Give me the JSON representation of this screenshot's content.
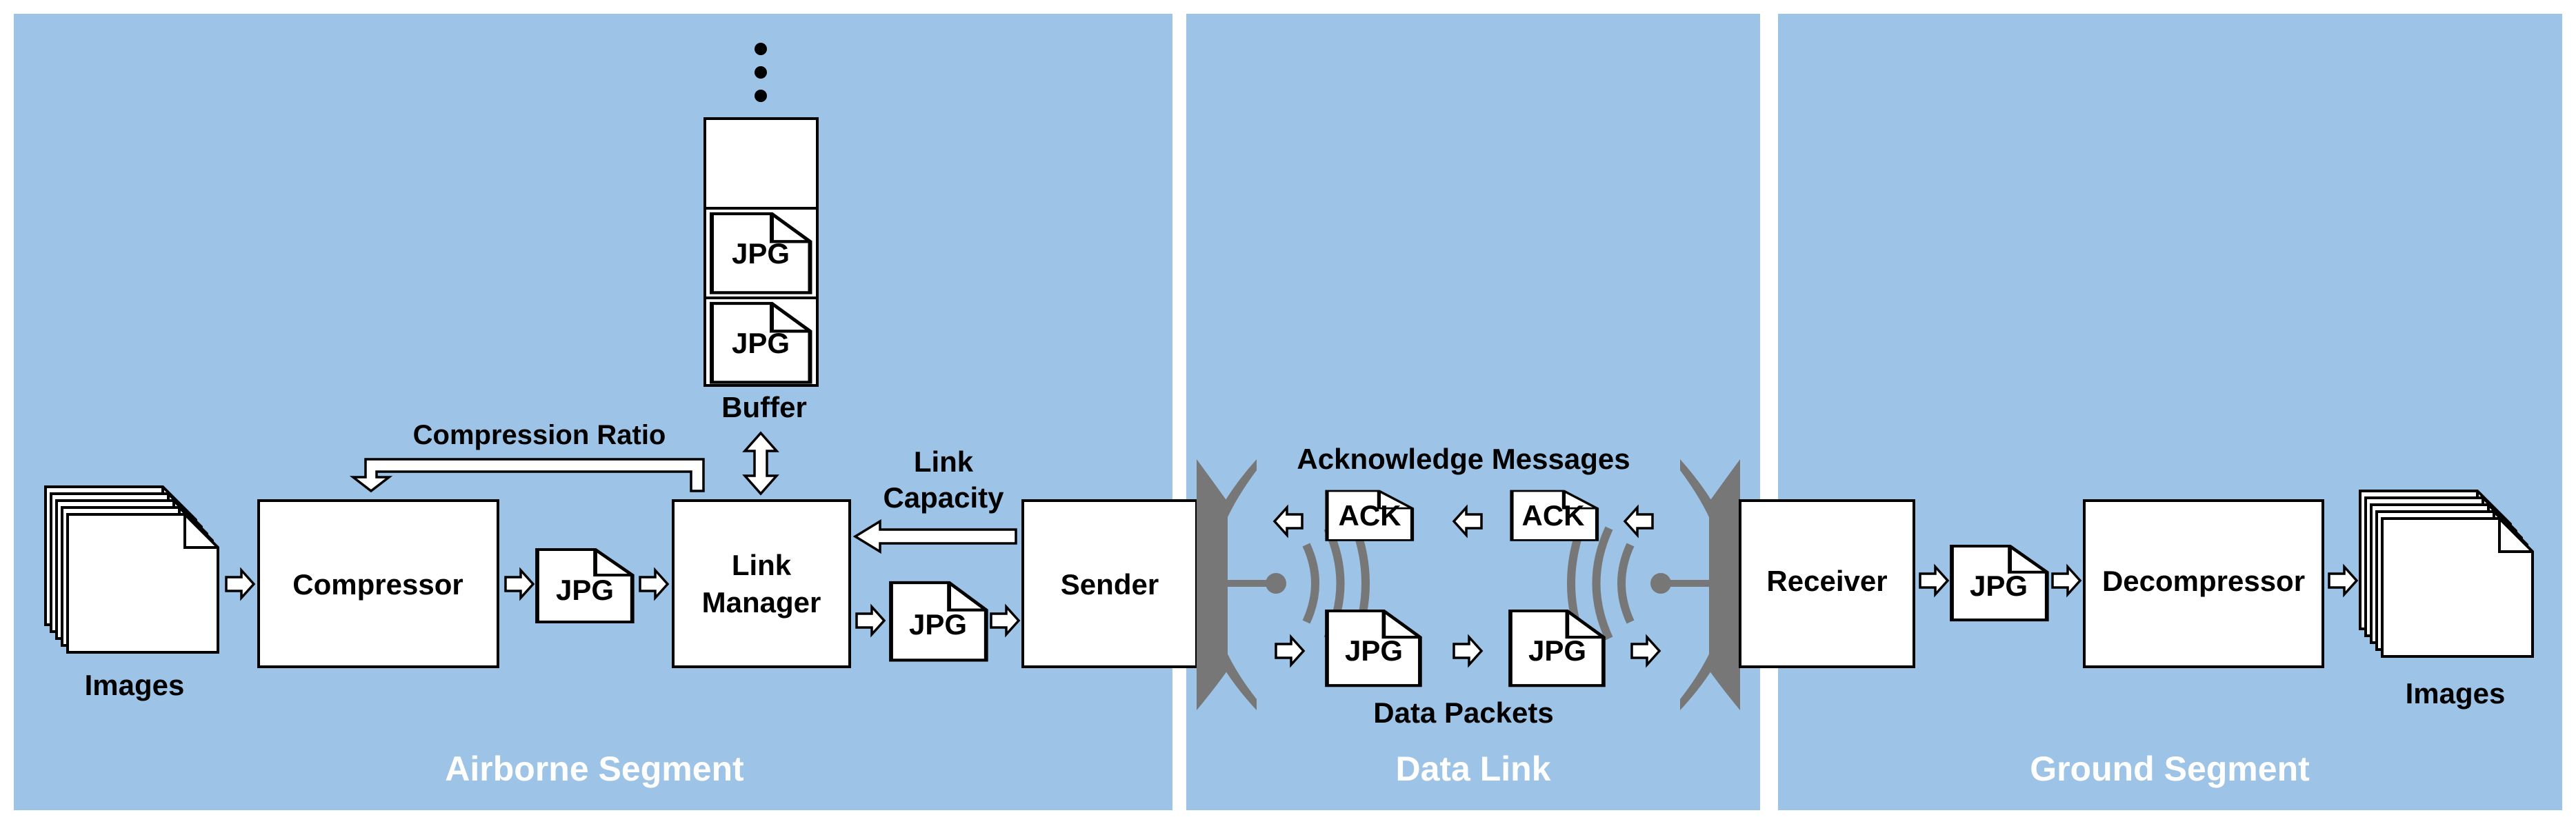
{
  "segments": {
    "airborne": "Airborne Segment",
    "datalink": "Data Link",
    "ground": "Ground Segment"
  },
  "blocks": {
    "compressor": "Compressor",
    "link_manager_line1": "Link",
    "link_manager_line2": "Manager",
    "sender": "Sender",
    "receiver": "Receiver",
    "decompressor": "Decompressor"
  },
  "labels": {
    "images_in": "Images",
    "images_out": "Images",
    "buffer": "Buffer",
    "compression_ratio": "Compression Ratio",
    "link_capacity_line1": "Link",
    "link_capacity_line2": "Capacity",
    "acknowledge_messages": "Acknowledge Messages",
    "data_packets": "Data Packets"
  },
  "files": {
    "jpg": "JPG",
    "ack": "ACK"
  },
  "colors": {
    "panel": "#9dc3e6",
    "antenna": "#777777"
  }
}
